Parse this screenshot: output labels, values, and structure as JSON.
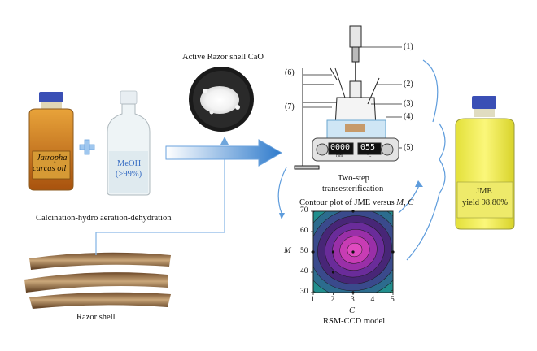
{
  "labels": {
    "jatropha_line1": "Jatropha",
    "jatropha_line2": "curcas oil",
    "meoh_line1": "MeOH",
    "meoh_line2": "(>99%)",
    "active_cao": "Active Razor shell CaO",
    "calcination": "Calcination-hydro aeration-dehydration",
    "razor_shell": "Razor shell",
    "two_step_line1": "Two-step",
    "two_step_line2": "transesterification",
    "jme_line1": "JME",
    "jme_line2": "yield 98.80%",
    "display_left": "0000",
    "display_right": "055",
    "display_left_unit": "rpm",
    "display_right_unit": "°C"
  },
  "apparatus_callouts": [
    "(1)",
    "(2)",
    "(3)",
    "(4)",
    "(5)",
    "(6)",
    "(7)"
  ],
  "chart_data": {
    "type": "contour",
    "title_prefix": "Contour plot of JME versus ",
    "title_vars": "M, C",
    "xlabel": "C",
    "ylabel": "M",
    "caption": "RSM-CCD model",
    "xlim": [
      1,
      5
    ],
    "ylim": [
      30,
      70
    ],
    "xticks": [
      "1",
      "2",
      "3",
      "4",
      "5"
    ],
    "yticks": [
      "30",
      "40",
      "50",
      "60",
      "70"
    ],
    "design_points": [
      [
        1,
        50
      ],
      [
        2,
        40
      ],
      [
        2,
        50
      ],
      [
        3,
        30
      ],
      [
        3,
        50
      ],
      [
        3,
        70
      ],
      [
        5,
        50
      ]
    ],
    "optimum": [
      3,
      50
    ],
    "level_colors": [
      "#f7e81c",
      "#b6d92c",
      "#5cc863",
      "#21a685",
      "#218e8d",
      "#2c6c8e",
      "#3a4a8c",
      "#482677",
      "#6a2c9a",
      "#9a2fa8",
      "#c83cb4",
      "#e04bc0"
    ]
  },
  "colors": {
    "arrow_blue": "#4a8fd6",
    "arrow_light": "#cfe3f7"
  }
}
